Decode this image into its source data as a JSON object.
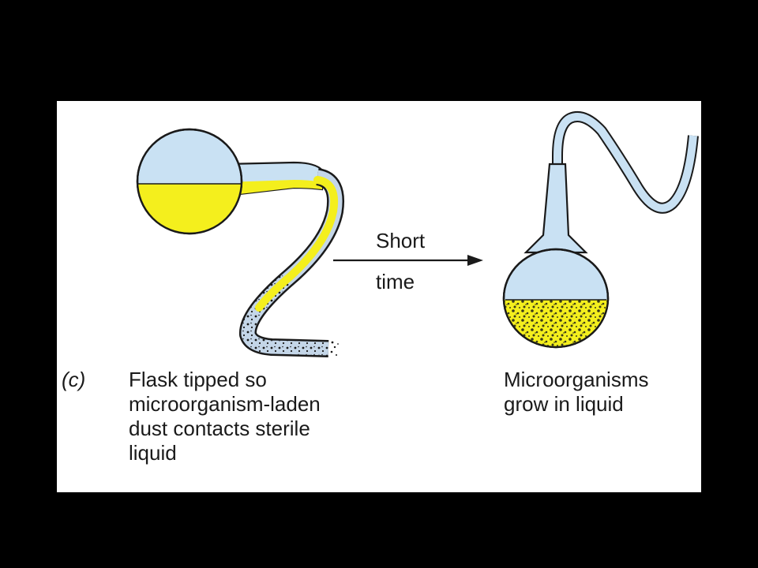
{
  "panel_letter": "(c)",
  "arrow": {
    "label_top": "Short",
    "label_bottom": "time"
  },
  "left_flask": {
    "caption": "Flask tipped so\nmicroorganism-laden\ndust contacts sterile\nliquid"
  },
  "right_flask": {
    "caption": "Microorganisms\ngrow in liquid"
  },
  "colors": {
    "background": "#000000",
    "panel": "#ffffff",
    "glass_air": "#c9e1f3",
    "liquid": "#f4ef1d",
    "dust_fill": "#c4d6e8",
    "outline": "#1a1a1a"
  }
}
